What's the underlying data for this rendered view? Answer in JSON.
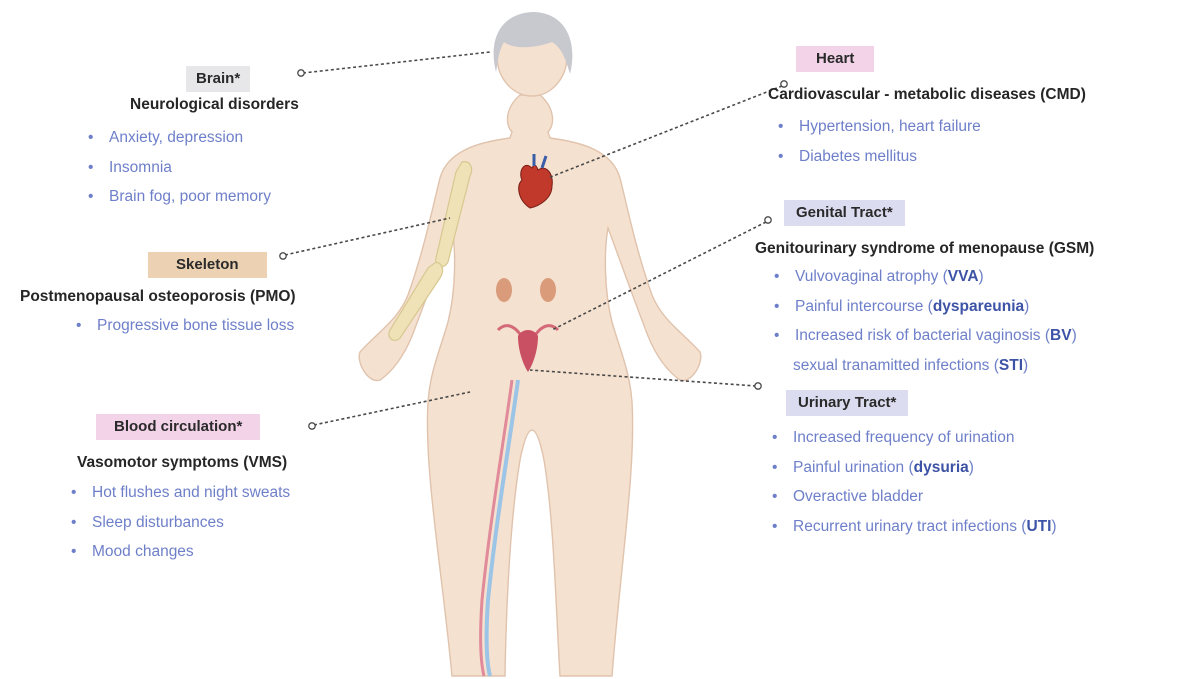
{
  "brain": {
    "tag": "Brain*",
    "heading": "Neurological disorders",
    "items": [
      "Anxiety, depression",
      "Insomnia",
      "Brain fog, poor memory"
    ]
  },
  "skeleton": {
    "tag": "Skeleton",
    "heading": "Postmenopausal osteoporosis (PMO)",
    "items": [
      "Progressive bone tissue loss"
    ]
  },
  "blood": {
    "tag": "Blood circulation*",
    "heading": "Vasomotor symptoms (VMS)",
    "items": [
      "Hot flushes and night sweats",
      "Sleep disturbances",
      "Mood changes"
    ]
  },
  "heart": {
    "tag": "Heart",
    "heading": "Cardiovascular - metabolic diseases (CMD)",
    "items": [
      "Hypertension, heart failure",
      "Diabetes mellitus"
    ]
  },
  "genital": {
    "tag": "Genital Tract*",
    "heading": "Genitourinary syndrome of menopause (GSM)",
    "items": [
      {
        "pre": "Vulvovaginal atrophy (",
        "bold": "VVA",
        "post": ")"
      },
      {
        "pre": "Painful intercourse (",
        "bold": "dyspareunia",
        "post": ")"
      },
      {
        "pre": "Increased risk of bacterial vaginosis (",
        "bold": "BV",
        "post": ")"
      },
      {
        "pre": "sexual tranamitted infections (",
        "bold": "STI",
        "post": ")"
      }
    ]
  },
  "urinary": {
    "tag": "Urinary Tract*",
    "items": [
      {
        "pre": "Increased frequency of urination",
        "bold": "",
        "post": ""
      },
      {
        "pre": "Painful urination (",
        "bold": "dysuria",
        "post": ")"
      },
      {
        "pre": "Overactive bladder",
        "bold": "",
        "post": ""
      },
      {
        "pre": "Recurrent urinary tract infections (",
        "bold": "UTI",
        "post": ")"
      }
    ]
  },
  "colors": {
    "bullet_text": "#6e7fc9",
    "bullet_bold": "#3d53a6",
    "tag_grey": "#e7e7ea",
    "tag_pink": "#f3d3e8",
    "tag_tan": "#ecd2b3",
    "tag_lavender": "#dcdcf0",
    "skin": "#f5e1d0",
    "hair": "#c8c8cf"
  }
}
